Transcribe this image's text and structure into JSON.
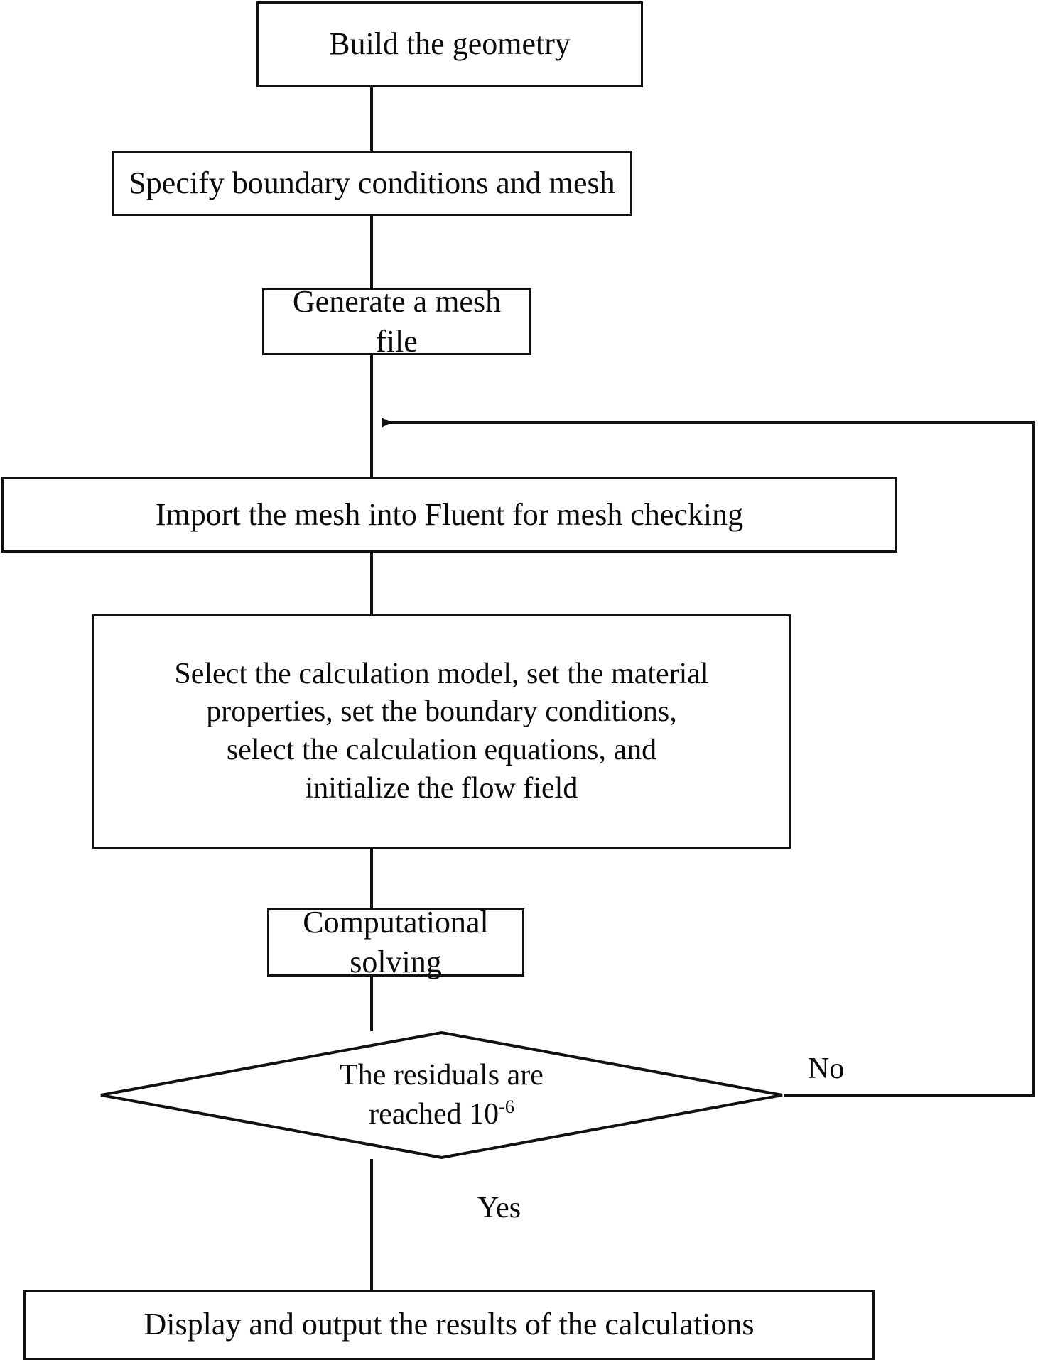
{
  "diagram": {
    "title": "CFD simulation workflow flowchart",
    "type": "flowchart",
    "background_color": "#ffffff",
    "stroke_color": "#111111",
    "text_color": "#0a0a0a"
  },
  "nodes": {
    "build_geometry": {
      "label": "Build the geometry",
      "shape": "process",
      "font_size": 44
    },
    "specify_bc_mesh": {
      "label": "Specify boundary conditions and mesh",
      "shape": "process",
      "font_size": 44
    },
    "generate_mesh_file": {
      "label": "Generate a mesh file",
      "shape": "process",
      "font_size": 44
    },
    "import_mesh": {
      "label": "Import the mesh into Fluent for mesh checking",
      "shape": "process",
      "font_size": 44
    },
    "setup_model": {
      "label": "Select the calculation model, set the material\nproperties, set the boundary conditions,\nselect the calculation equations, and\ninitialize the flow field",
      "shape": "process",
      "font_size": 42
    },
    "computational_solving": {
      "label": "Computational solving",
      "shape": "process",
      "font_size": 44
    },
    "residual_check": {
      "label_line1": "The residuals are",
      "label_line2_prefix": "reached 10",
      "label_line2_exponent": "-6",
      "shape": "decision",
      "font_size": 42
    },
    "display_output": {
      "label": "Display and output the results of the calculations",
      "shape": "process",
      "font_size": 44
    }
  },
  "edge_labels": {
    "no": "No",
    "yes": "Yes"
  }
}
